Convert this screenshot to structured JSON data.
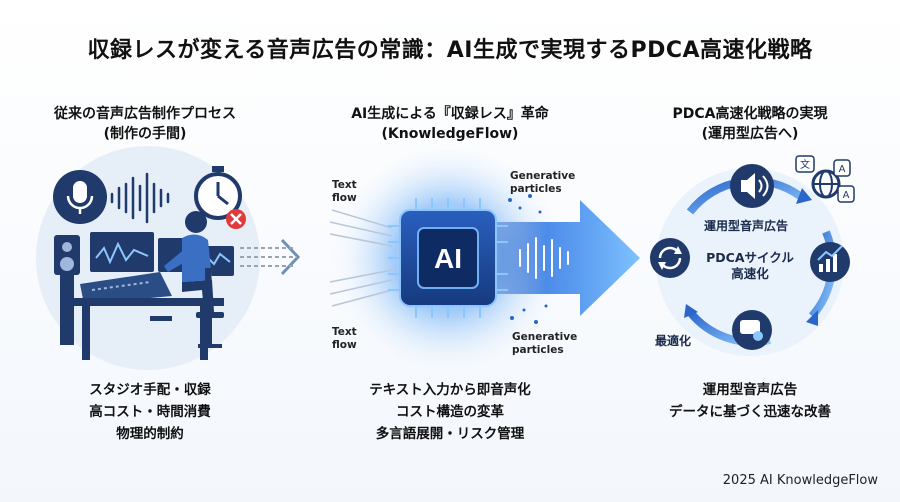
{
  "title": "収録レスが変える音声広告の常識：AI生成で実現するPDCA高速化戦略",
  "left": {
    "heading_line1": "従来の音声広告制作プロセス",
    "heading_line2": "(制作の手間)",
    "body": [
      "スタジオ手配・収録",
      "高コスト・時間消費",
      "物理的制約"
    ]
  },
  "middle": {
    "heading_line1": "AI生成による『収録レス』革命",
    "heading_line2": "(KnowledgeFlow)",
    "chip_label": "AI",
    "text_flow_top": [
      "Text",
      "flow"
    ],
    "text_flow_bottom": [
      "Text",
      "flow"
    ],
    "particles_top": [
      "Generative",
      "particles"
    ],
    "particles_bottom": [
      "Generative",
      "particles"
    ],
    "body": [
      "テキスト入力から即音声化",
      "コスト構造の変革",
      "多言語展開・リスク管理"
    ]
  },
  "right": {
    "heading_line1": "PDCA高速化戦略の実現",
    "heading_line2": "(運用型広告へ)",
    "cycle_top_label": "運用型音声広告",
    "cycle_center_line1": "PDCAサイクル",
    "cycle_center_line2": "高速化",
    "cycle_left_label": "最適化",
    "translate_glyph_1": "文",
    "translate_glyph_2": "A",
    "body": [
      "運用型音声広告",
      "データに基づく迅速な改善"
    ]
  },
  "footer": "2025 AI KnowledgeFlow",
  "colors": {
    "navy": "#1f3a6b",
    "blue": "#2a66c9",
    "light_blue": "#6fb0f5",
    "red": "#e03a3a",
    "grey": "#9aa4b1"
  },
  "icons": [
    "microphone-icon",
    "stopwatch-icon",
    "cross-icon",
    "speaker-icon",
    "globe-icon",
    "chart-icon",
    "chat-icon",
    "refresh-icon"
  ]
}
